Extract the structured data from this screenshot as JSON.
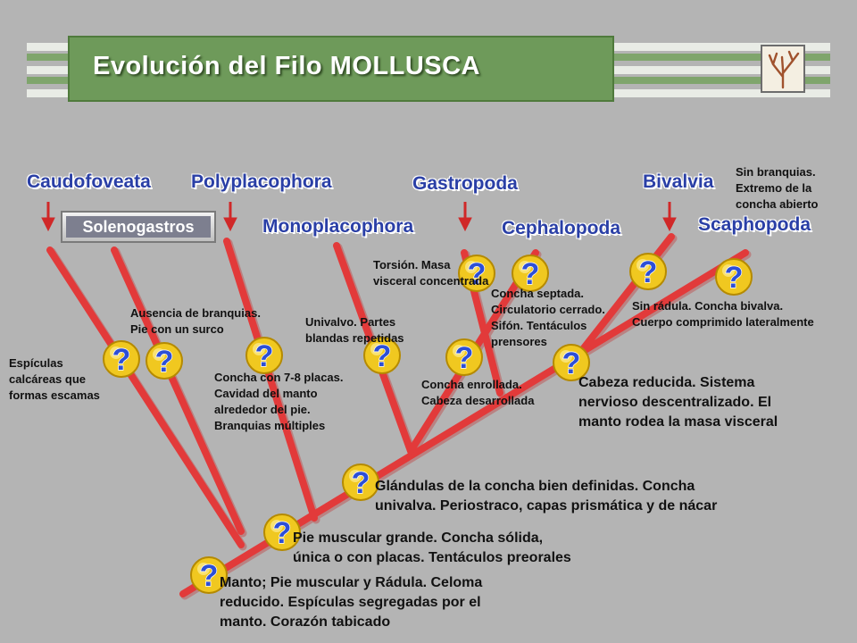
{
  "title": "Evolución del Filo MOLLUSCA",
  "taxa": {
    "caudofoveata": "Caudofoveata",
    "solenogastros": "Solenogastros",
    "polyplacophora": "Polyplacophora",
    "monoplacophora": "Monoplacophora",
    "gastropoda": "Gastropoda",
    "cephalopoda": "Cephalopoda",
    "bivalvia": "Bivalvia",
    "scaphopoda": "Scaphopoda"
  },
  "notes": {
    "espiculas": [
      "Espículas",
      "calcáreas que",
      "formas escamas"
    ],
    "ausencia": [
      "Ausencia de branquias.",
      "Pie con un surco"
    ],
    "concha_placas": [
      "Concha con 7-8 placas.",
      "Cavidad del manto",
      "alrededor del pie.",
      "Branquias múltiples"
    ],
    "univalvo": [
      "Univalvo. Partes",
      "blandas repetidas"
    ],
    "torsion": [
      "Torsión. Masa",
      "visceral concentrada"
    ],
    "concha_septada": [
      "Concha septada.",
      "Circulatorio cerrado.",
      "Sifón. Tentáculos",
      "prensores"
    ],
    "concha_enrollada": [
      "Concha enrollada.",
      "Cabeza desarrollada"
    ],
    "sin_radula": [
      "Sin rádula. Concha bivalva.",
      "Cuerpo comprimido lateralmente"
    ],
    "sin_branquias": [
      "Sin branquias.",
      "Extremo de la",
      "concha abierto"
    ],
    "cabeza_reducida": [
      "Cabeza reducida. Sistema",
      "nervioso descentralizado. El",
      "manto rodea la masa visceral"
    ],
    "glandulas": [
      "Glándulas de la concha bien definidas. Concha",
      "univalva. Periostraco, capas prismática y de nácar"
    ],
    "pie_muscular": [
      "Pie muscular grande. Concha sólida,",
      "única o con placas. Tentáculos preorales"
    ],
    "manto": [
      "Manto; Pie muscular y Rádula. Celoma",
      "reducido. Espículas segregadas por el",
      "manto. Corazón tabicado"
    ]
  },
  "question_mark_glyph": "?",
  "icons": {
    "title_icon": "tree-icon",
    "marker": "question-mark-icon",
    "pointer": "down-arrow-icon"
  },
  "colors": {
    "background": "#b4b4b4",
    "title_bar": "#6e9a5a",
    "taxon_text": "#2a3fa6",
    "branch": "#e23a3a",
    "question_mark": "#2d4fd6",
    "marker_disk": "#f0c820"
  }
}
